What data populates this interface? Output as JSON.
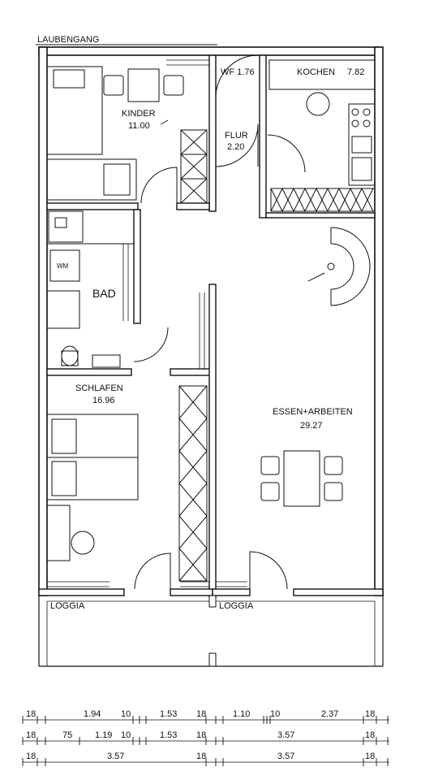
{
  "labels": {
    "laubengang": "LAUBENGANG",
    "kinder": "KINDER",
    "kinder_area": "11.00",
    "wf": "WF 1.76",
    "kochen": "KOCHEN",
    "kochen_area": "7.82",
    "flur": "FLUR",
    "flur_area": "2.20",
    "bad": "BAD",
    "wm": "WM",
    "schlafen": "SCHLAFEN",
    "schlafen_area": "16.96",
    "essen_arbeiten": "ESSEN+ARBEITEN",
    "essen_area": "29.27",
    "loggia_left": "LOGGIA",
    "loggia_right": "LOGGIA"
  },
  "dimensions": {
    "row1": [
      "18",
      "1.94",
      "10",
      "1.53",
      "18",
      "1.10",
      "10",
      "2.37",
      "18"
    ],
    "row2": [
      "18",
      "75",
      "1.19",
      "10",
      "1.53",
      "18",
      "3.57",
      "18"
    ],
    "row3": [
      "18",
      "3.57",
      "18",
      "3.57",
      "18"
    ]
  }
}
